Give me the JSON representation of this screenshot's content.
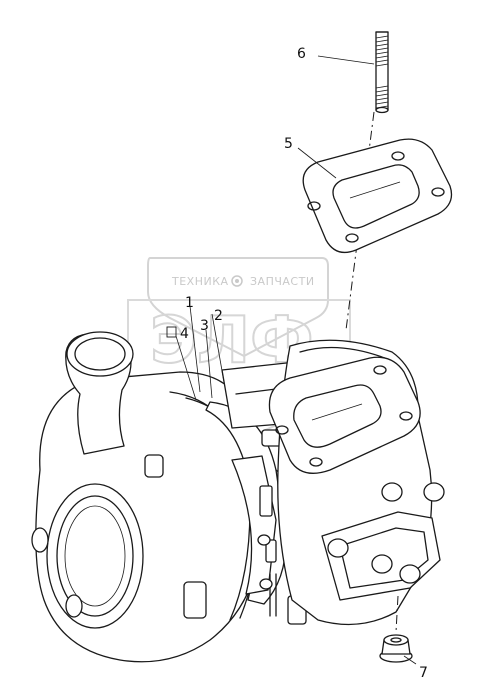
{
  "watermark": {
    "line1_left": "ТЕХНИКА",
    "line1_right": "ЗАПЧАСТИ",
    "logo_letters": "ЭЛФ"
  },
  "callouts": [
    {
      "id": "1",
      "label": "1"
    },
    {
      "id": "2",
      "label": "2"
    },
    {
      "id": "3",
      "label": "3"
    },
    {
      "id": "4",
      "label": "4"
    },
    {
      "id": "5",
      "label": "5"
    },
    {
      "id": "6",
      "label": "6"
    },
    {
      "id": "7",
      "label": "7"
    }
  ],
  "colors": {
    "line": "#1a1a1a",
    "watermark": "#cfcfcf",
    "background": "#ffffff"
  }
}
